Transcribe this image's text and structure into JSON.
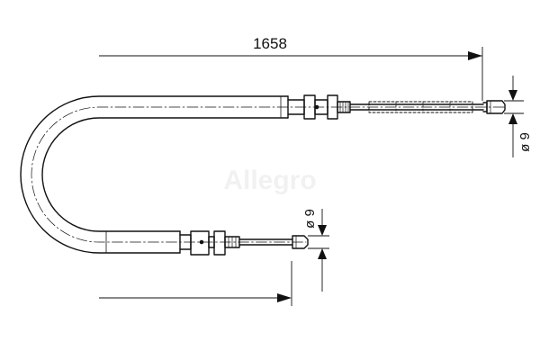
{
  "dimensions": {
    "overall_length": "1658",
    "top_fitting_diameter": "ø 9",
    "bottom_fitting_diameter": "ø 9"
  },
  "watermark": "Allegro",
  "colors": {
    "line": "#111111",
    "background": "#ffffff"
  }
}
